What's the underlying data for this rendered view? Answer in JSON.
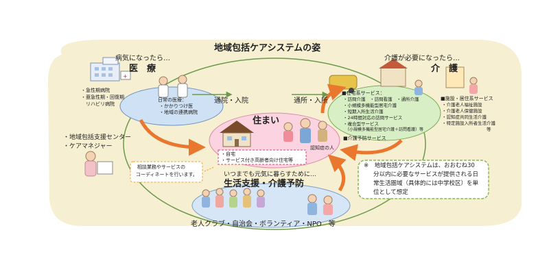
{
  "colors": {
    "background_blob": "#f6efd2",
    "medical_ellipse": "#cfe1f4",
    "care_ellipse": "#d8efc6",
    "home_ellipse": "#fbd3e1",
    "support_ellipse": "#d6e6f6",
    "arrow_orange": "#e9772e",
    "cycle_line": "#6b9a4a",
    "dashed_orange": "#f0a23a",
    "note_border": "#86b94f"
  },
  "title": "地域包括ケアシステムの姿",
  "medical": {
    "prompt": "病気になったら…",
    "heading": "医　療",
    "hospitals": [
      "・急性期病院",
      "・亜急性期・回復期",
      "　リハビリ病院"
    ],
    "daily": [
      "日常の医療：",
      "・かかりつけ医",
      "・地域の連携病院"
    ]
  },
  "care": {
    "prompt": "介護が必要になったら…",
    "heading": "介　護",
    "home_services": [
      "■在宅系サービス：",
      "・訪問介護　・訪問看護　・通所介護",
      "・小規模多機能型居宅介護",
      "・短期入所生活介護",
      "・24時間対応の訪問サービス",
      "・複合型サービス",
      "　（小規模多機能型居宅介護＋訪問看護）等"
    ],
    "prevention": "■介護予防サービス",
    "facility_services": [
      "■施設・居住系サービス",
      "・介護老人福祉施設",
      "・介護老人保健施設",
      "・認知症共同生活介護",
      "・特定施設入所者生活介護",
      "　　　　　　　　　　等"
    ]
  },
  "flows": {
    "hospital": "通院・入院",
    "facility": "通所・入所"
  },
  "home": {
    "heading": "住まい",
    "items": [
      "・自宅",
      "・サービス付き高齢者向け住宅等"
    ],
    "dementia": "認知症の人"
  },
  "center": {
    "items": [
      "・地域包括支援センター",
      "・ケアマネジャー"
    ],
    "coordination": [
      "相談業務やサービスの",
      "コーディネートを行います。"
    ]
  },
  "support": {
    "subtitle": "いつまでも元気に暮らすために…",
    "heading": "生活支援・介護予防",
    "footer": "老人クラブ・自治会・ボランティア・NPO　等"
  },
  "note": {
    "lines": [
      "※　地域包括ケアシステムは、おおむね30",
      "分以内に必要なサービスが提供される日",
      "常生活圏域（具体的には中学校区）を単",
      "位として想定"
    ]
  }
}
